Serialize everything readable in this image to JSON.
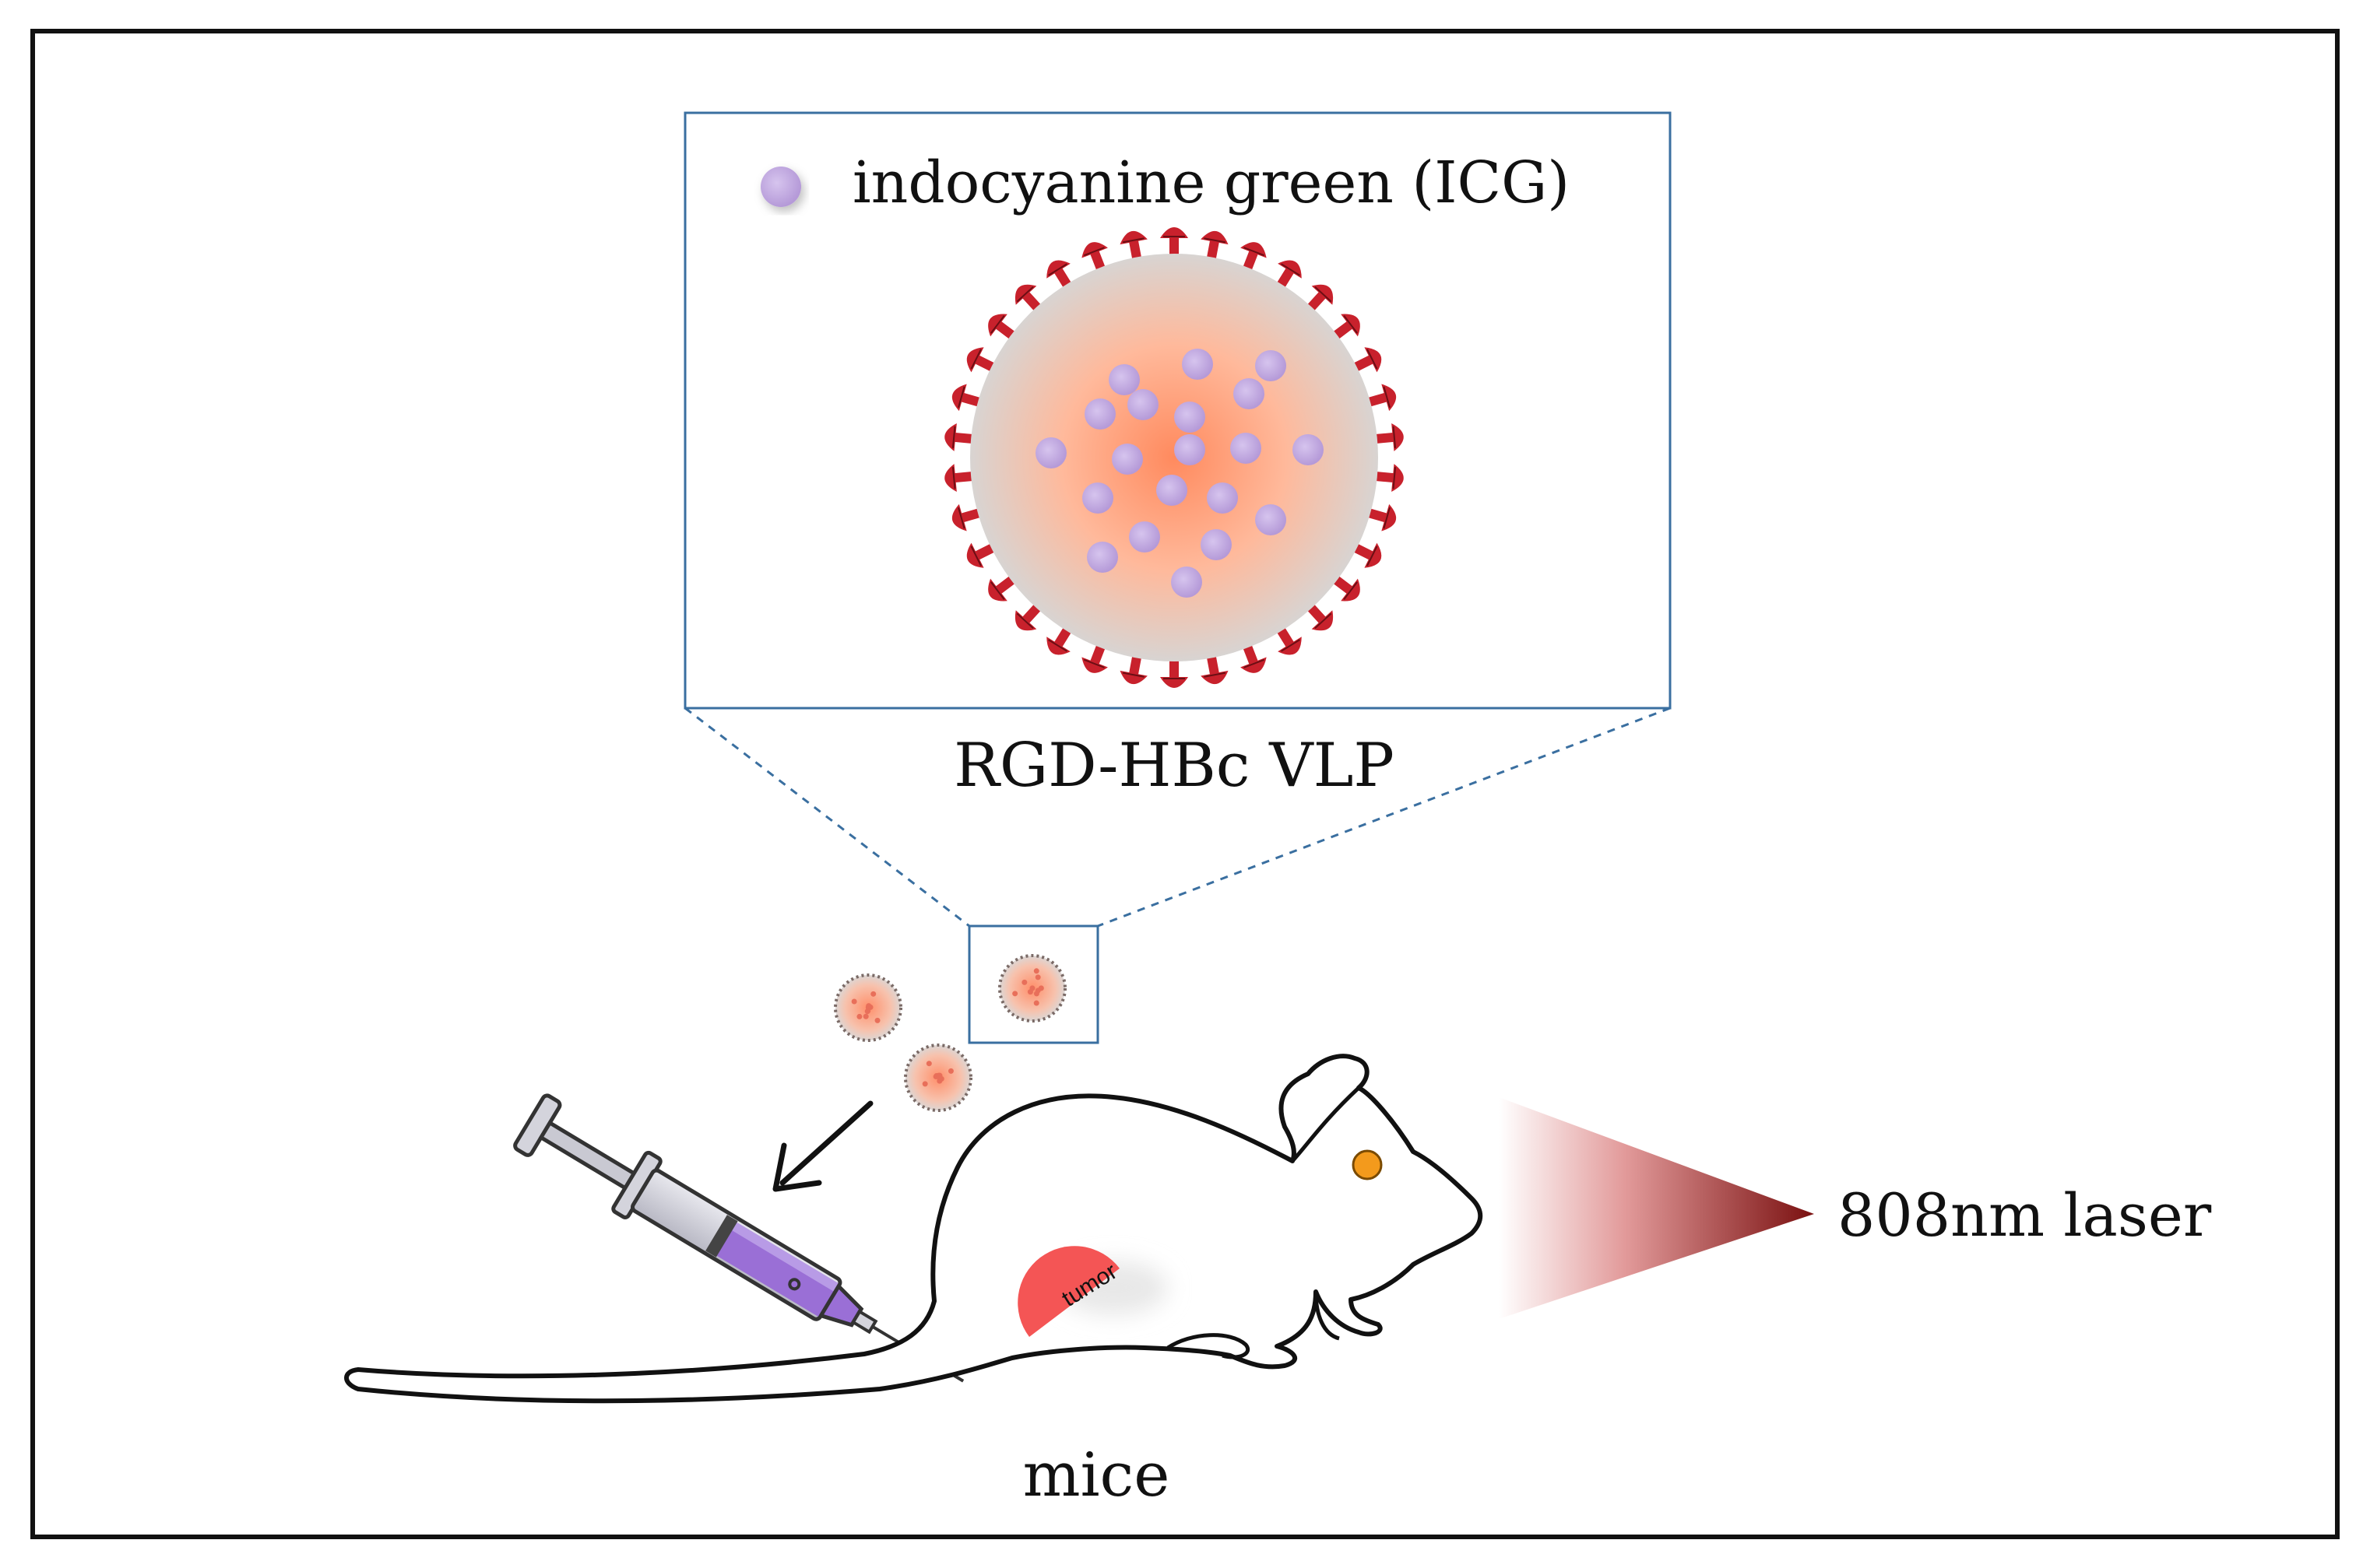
{
  "legend": {
    "icg_label": "indocyanine green (ICG)",
    "icg_color": "#c9b3e3"
  },
  "labels": {
    "vlp": "RGD-HBc  VLP",
    "laser": "808nm laser",
    "mice": "mice",
    "tumor": "tumor"
  },
  "colors": {
    "frame": "#111111",
    "box": "#3a6fa0",
    "ligand_red": "#c8212c",
    "core_orange": "#ff9e78",
    "core_edge": "#d9d0cc",
    "tumor": "#f45555",
    "laser_dark": "#8b1a1a",
    "syringe_purple": "#9a6fd6",
    "mouse_eye": "#f39a1c"
  },
  "icons": [
    "ligand-icon",
    "icg-dot-icon",
    "syringe-icon",
    "arrow-icon",
    "mouse-icon",
    "laser-beam-icon"
  ]
}
